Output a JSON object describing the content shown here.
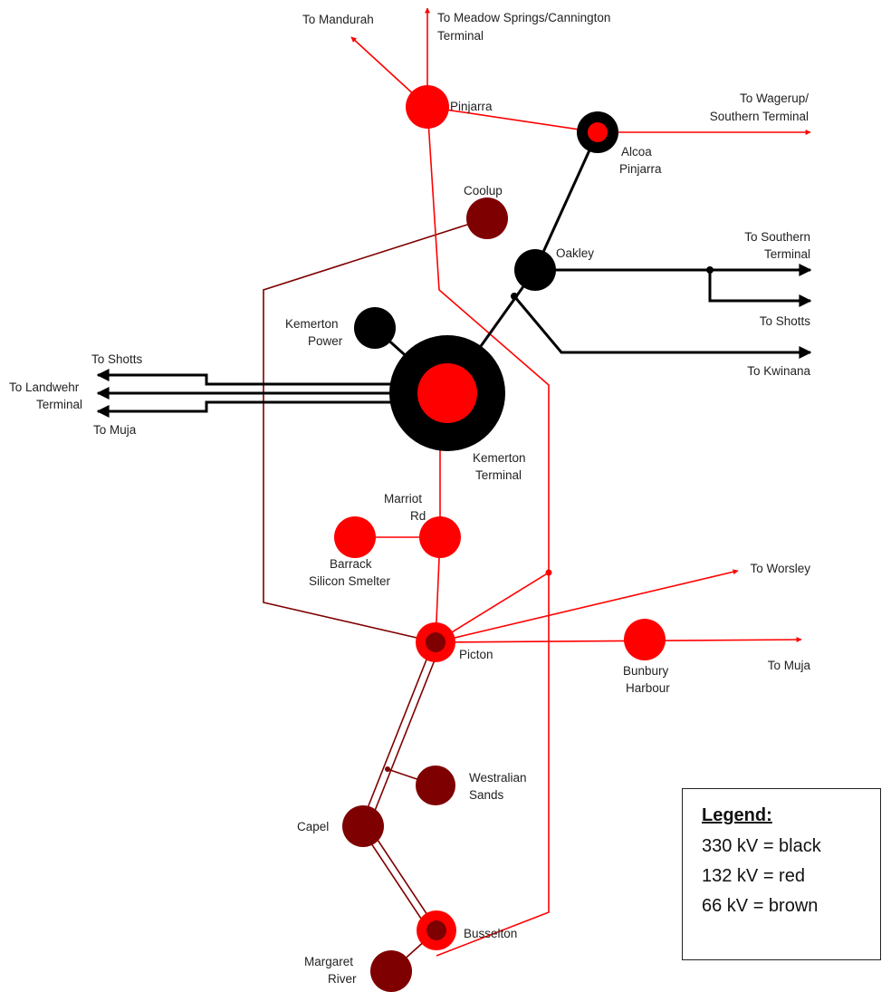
{
  "colors": {
    "kv330": "#000000",
    "kv132": "#ff0000",
    "kv66": "#7f0000"
  },
  "labels": {
    "to_mandurah": "To Mandurah",
    "to_meadow_1": "To Meadow Springs/Cannington",
    "to_meadow_2": "Terminal",
    "pinjarra": "Pinjarra",
    "to_wagerup_1": "To Wagerup/",
    "to_wagerup_2": "Southern Terminal",
    "alcoa_1": "Alcoa",
    "alcoa_2": "Pinjarra",
    "coolup": "Coolup",
    "oakley": "Oakley",
    "to_southern_1": "To Southern",
    "to_southern_2": "Terminal",
    "to_shotts_east": "To Shotts",
    "kemerton_power_1": "Kemerton",
    "kemerton_power_2": "Power",
    "to_kwinana": "To Kwinana",
    "to_shotts_west": "To Shotts",
    "to_landwehr_1": "To Landwehr",
    "to_landwehr_2": "Terminal",
    "to_muja_west": "To Muja",
    "kemerton_terminal_1": "Kemerton",
    "kemerton_terminal_2": "Terminal",
    "marriot_1": "Marriot",
    "marriot_2": "Rd",
    "barrack_1": "Barrack",
    "barrack_2": "Silicon Smelter",
    "to_worsley": "To Worsley",
    "picton": "Picton",
    "bunbury_1": "Bunbury",
    "bunbury_2": "Harbour",
    "to_muja_east": "To Muja",
    "westralian_1": "Westralian",
    "westralian_2": "Sands",
    "capel": "Capel",
    "busselton": "Busselton",
    "margaret_1": "Margaret",
    "margaret_2": "River"
  },
  "legend": {
    "title": "Legend:",
    "row_330": "330 kV = black",
    "row_132": "132 kV = red",
    "row_66": "66 kV = brown"
  }
}
